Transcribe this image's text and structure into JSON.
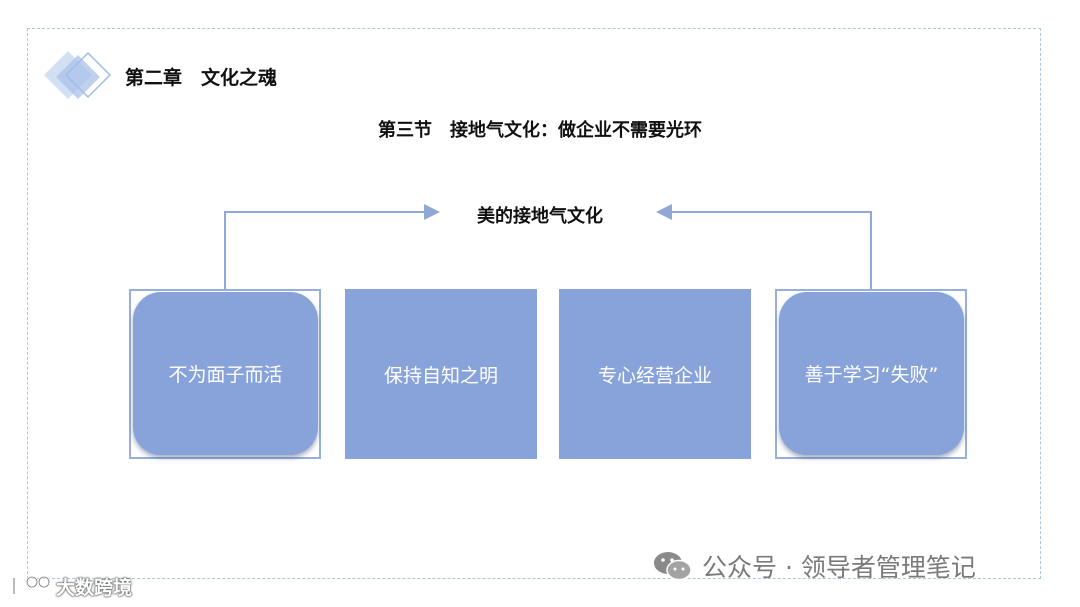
{
  "header": {
    "chapter": "第二章　文化之魂",
    "section": "第三节　接地气文化：做企业不需要光环"
  },
  "diagram": {
    "center_label": "美的接地气文化",
    "boxes": [
      {
        "label": "不为面子而活"
      },
      {
        "label": "保持自知之明"
      },
      {
        "label": "专心经营企业"
      },
      {
        "label": "善于学习“失败”"
      }
    ]
  },
  "watermarks": {
    "right": "公众号 · 领导者管理笔记",
    "left": "大数跨境"
  },
  "icons": {
    "logo": "diamond-logo-icon",
    "wechat": "wechat-icon",
    "brand": "brand-icon"
  },
  "colors": {
    "box_fill": "#87a3d9",
    "box_outline": "#98aedd",
    "frame": "#a9c8df"
  }
}
